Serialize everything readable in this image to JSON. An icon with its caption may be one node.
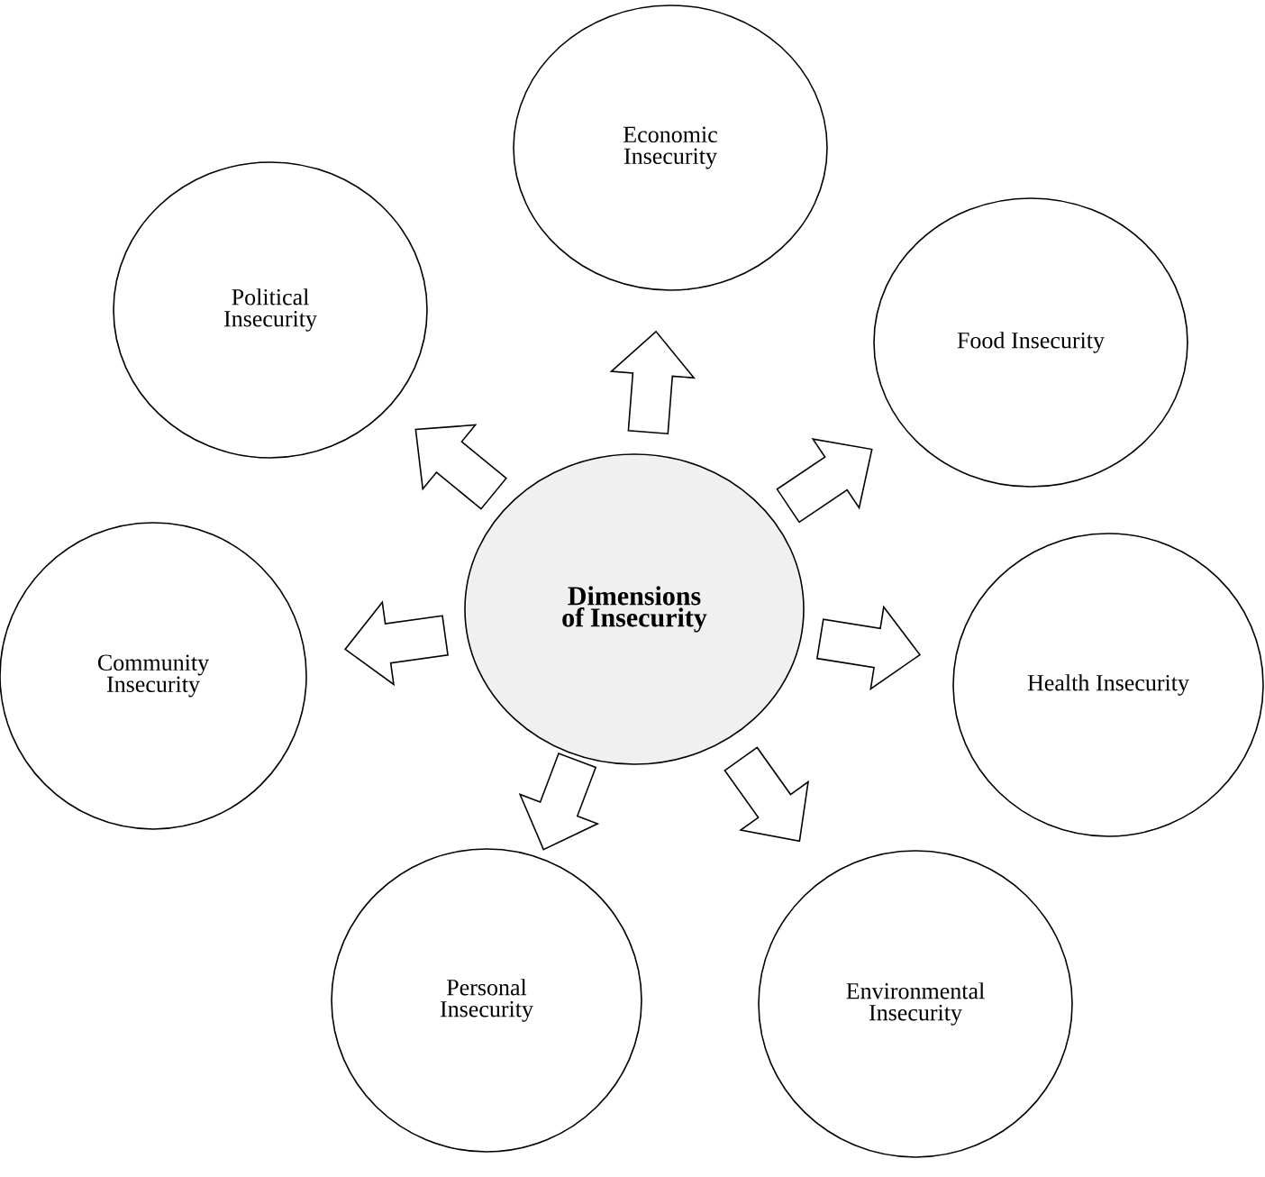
{
  "diagram": {
    "nodes": [
      {
        "text": [
          "Dimensions of Insecurity"
        ]
      },
      {
        "text": [
          "Economic Insecurity"
        ]
      },
      {
        "text": [
          "Food Insecurity"
        ]
      },
      {
        "text": [
          "Health Insecurity"
        ]
      },
      {
        "text": [
          "Environmental Insecurity"
        ]
      },
      {
        "text": [
          "Personal Insecurity"
        ]
      },
      {
        "text": [
          "Community Insecurity"
        ]
      },
      {
        "text": [
          "Political Insecurity"
        ]
      }
    ],
    "edges": [
      {
        "from": 0,
        "to": 1,
        "arrow": "to"
      },
      {
        "from": 0,
        "to": 2,
        "arrow": "to"
      },
      {
        "from": 0,
        "to": 3,
        "arrow": "to"
      },
      {
        "from": 0,
        "to": 4,
        "arrow": "to"
      },
      {
        "from": 0,
        "to": 5,
        "arrow": "to"
      },
      {
        "from": 0,
        "to": 6,
        "arrow": "to"
      },
      {
        "from": 0,
        "to": 7,
        "arrow": "to"
      }
    ]
  }
}
